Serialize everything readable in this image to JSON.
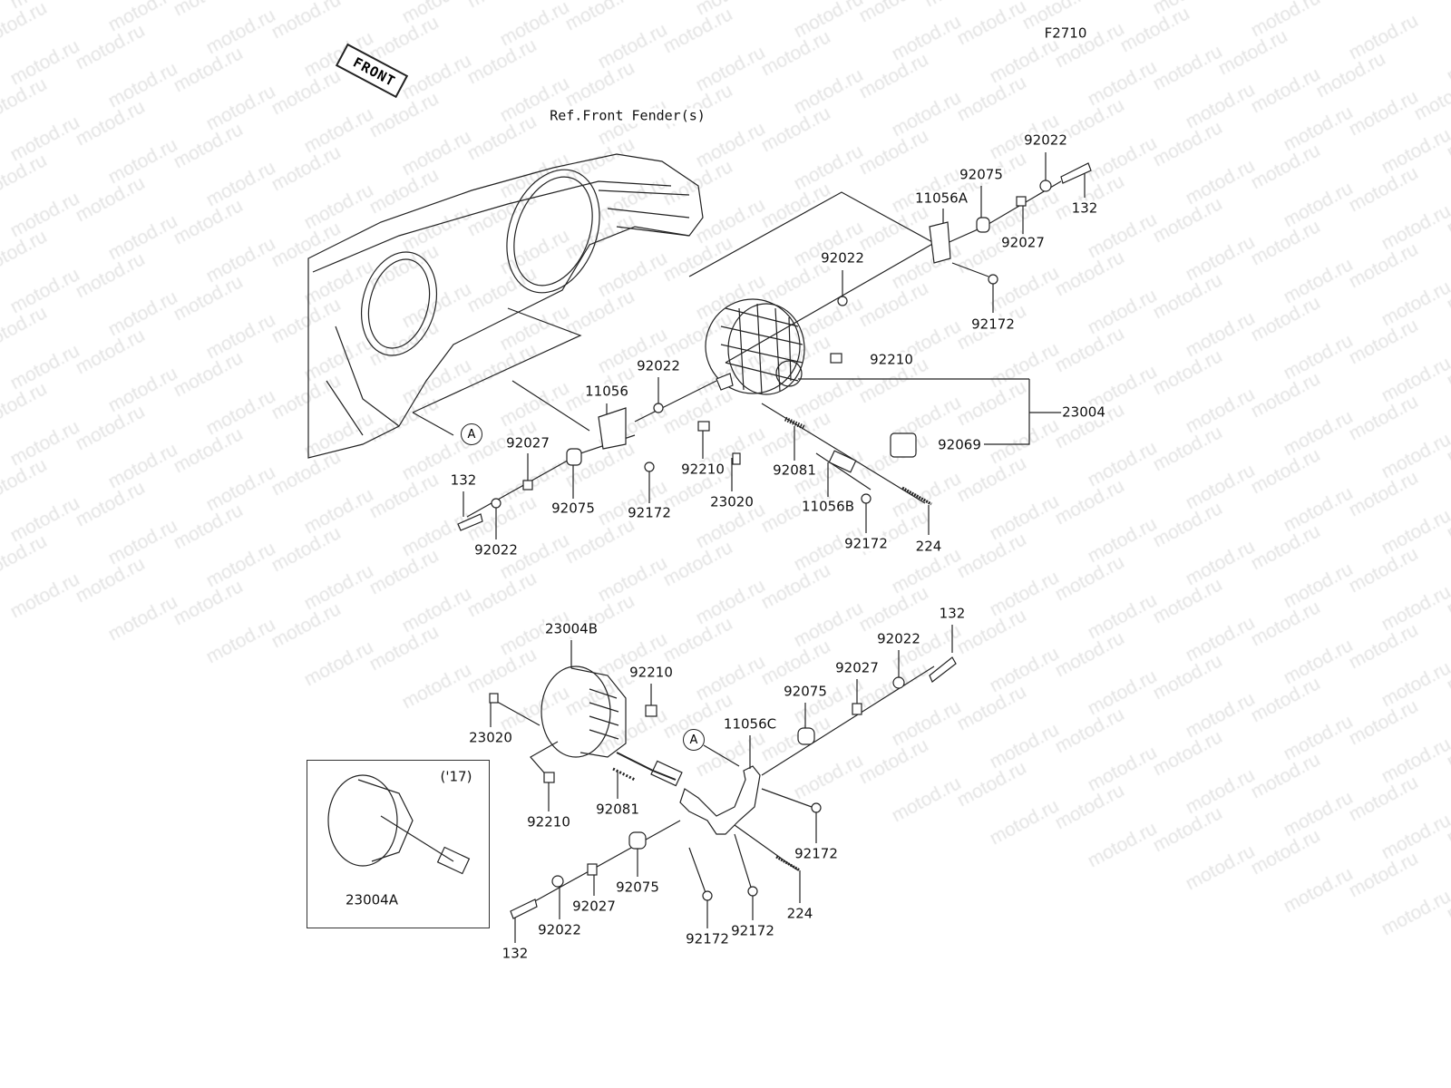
{
  "diagram_code": "F2710",
  "front_arrow": "FRONT",
  "reference": "Ref.Front Fender(s)",
  "watermark": "motod.ru",
  "upper_labels": [
    "92022",
    "92075",
    "11056A",
    "132",
    "92027",
    "92022",
    "92172",
    "92210",
    "23004",
    "92069",
    "92022",
    "11056",
    "92027",
    "132",
    "92075",
    "92172",
    "92210",
    "23020",
    "92081",
    "11056B",
    "92172",
    "224",
    "92022"
  ],
  "lower_labels": [
    "23004B",
    "92210",
    "23020",
    "132",
    "92022",
    "92027",
    "92075",
    "11056C",
    "92210",
    "92081",
    "92172",
    "224",
    "92075",
    "92027",
    "92022",
    "132",
    "92172",
    "92172"
  ],
  "inset": {
    "year": "('17)",
    "part": "23004A"
  },
  "ref_marks": [
    "A",
    "A"
  ]
}
